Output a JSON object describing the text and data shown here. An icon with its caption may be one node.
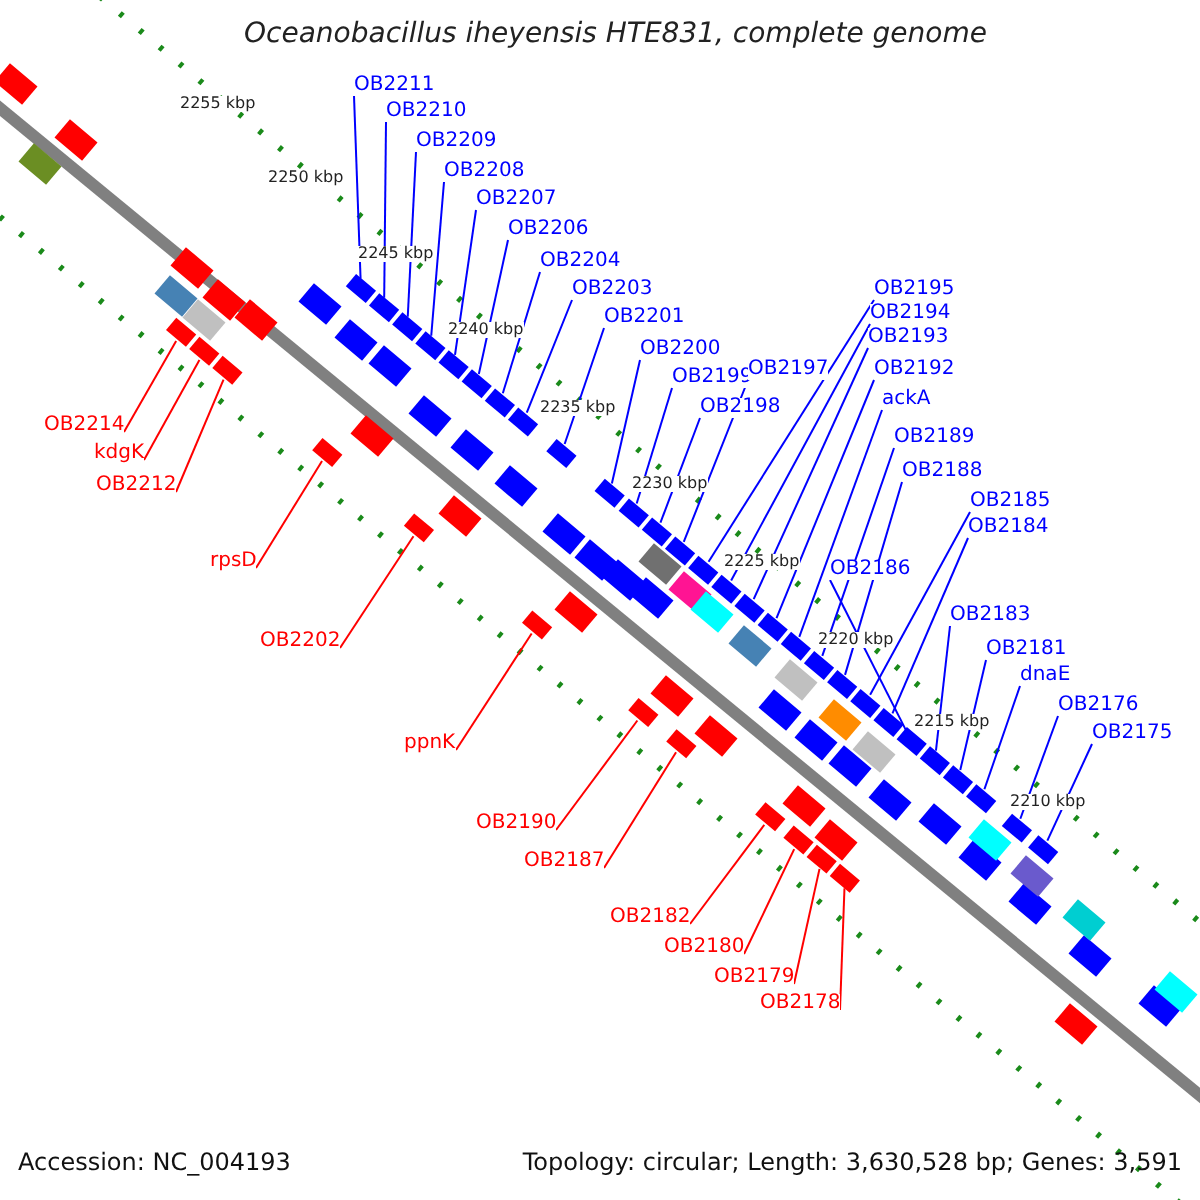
{
  "diagram": {
    "title": "Oceanobacillus iheyensis HTE831, complete genome",
    "nodes": [
      {
        "text": [
          "OB2211"
        ]
      },
      {
        "text": [
          "OB2210"
        ]
      },
      {
        "text": [
          "OB2209"
        ]
      },
      {
        "text": [
          "OB2208"
        ]
      },
      {
        "text": [
          "OB2207"
        ]
      },
      {
        "text": [
          "OB2206"
        ]
      },
      {
        "text": [
          "OB2204"
        ]
      },
      {
        "text": [
          "OB2203"
        ]
      },
      {
        "text": [
          "OB2201"
        ]
      },
      {
        "text": [
          "OB2200"
        ]
      },
      {
        "text": [
          "OB2199"
        ]
      },
      {
        "text": [
          "OB2198"
        ]
      },
      {
        "text": [
          "OB2197"
        ]
      },
      {
        "text": [
          "OB2195"
        ]
      },
      {
        "text": [
          "OB2194"
        ]
      },
      {
        "text": [
          "OB2193"
        ]
      },
      {
        "text": [
          "OB2192"
        ]
      },
      {
        "text": [
          "ackA"
        ]
      },
      {
        "text": [
          "OB2189"
        ]
      },
      {
        "text": [
          "OB2188"
        ]
      },
      {
        "text": [
          "OB2185"
        ]
      },
      {
        "text": [
          "OB2184"
        ]
      },
      {
        "text": [
          "OB2186"
        ]
      },
      {
        "text": [
          "OB2183"
        ]
      },
      {
        "text": [
          "OB2181"
        ]
      },
      {
        "text": [
          "dnaE"
        ]
      },
      {
        "text": [
          "OB2176"
        ]
      },
      {
        "text": [
          "OB2175"
        ]
      },
      {
        "text": [
          "OB2214"
        ]
      },
      {
        "text": [
          "kdgK"
        ]
      },
      {
        "text": [
          "OB2212"
        ]
      },
      {
        "text": [
          "rpsD"
        ]
      },
      {
        "text": [
          "OB2202"
        ]
      },
      {
        "text": [
          "ppnK"
        ]
      },
      {
        "text": [
          "OB2190"
        ]
      },
      {
        "text": [
          "OB2187"
        ]
      },
      {
        "text": [
          "OB2182"
        ]
      },
      {
        "text": [
          "OB2180"
        ]
      },
      {
        "text": [
          "OB2179"
        ]
      },
      {
        "text": [
          "OB2178"
        ]
      },
      {
        "text": [],
        "shape": "box"
      },
      {
        "text": [],
        "shape": "box"
      },
      {
        "text": [],
        "shape": "box"
      },
      {
        "text": [],
        "shape": "box"
      },
      {
        "text": [],
        "shape": "box"
      },
      {
        "text": [],
        "shape": "box"
      },
      {
        "text": [],
        "shape": "box"
      },
      {
        "text": [],
        "shape": "box"
      },
      {
        "text": [],
        "shape": "box"
      },
      {
        "text": [],
        "shape": "box"
      },
      {
        "text": [],
        "shape": "box"
      },
      {
        "text": [],
        "shape": "box"
      },
      {
        "text": [],
        "shape": "box"
      },
      {
        "text": [],
        "shape": "box"
      },
      {
        "text": [],
        "shape": "box"
      },
      {
        "text": [],
        "shape": "box"
      },
      {
        "text": [],
        "shape": "box"
      },
      {
        "text": [],
        "shape": "box"
      },
      {
        "text": [],
        "shape": "box"
      },
      {
        "text": [],
        "shape": "box"
      },
      {
        "text": [],
        "shape": "box"
      },
      {
        "text": [],
        "shape": "box"
      },
      {
        "text": [],
        "shape": "box"
      },
      {
        "text": [],
        "shape": "box"
      },
      {
        "text": [],
        "shape": "box"
      },
      {
        "text": [],
        "shape": "box"
      },
      {
        "text": [],
        "shape": "box"
      },
      {
        "text": [],
        "shape": "box"
      },
      {
        "text": [],
        "shape": "box"
      },
      {
        "text": [],
        "shape": "box"
      },
      {
        "text": [],
        "shape": "box"
      },
      {
        "text": [],
        "shape": "box"
      },
      {
        "text": [],
        "shape": "box"
      },
      {
        "text": [],
        "shape": "box"
      },
      {
        "text": [],
        "shape": "box"
      },
      {
        "text": [],
        "shape": "box"
      },
      {
        "text": [],
        "shape": "box"
      },
      {
        "text": [],
        "shape": "box"
      },
      {
        "text": [],
        "shape": "box"
      },
      {
        "text": [],
        "shape": "box"
      }
    ],
    "edges": [
      {
        "from": 0,
        "to": 40,
        "arrow": "none"
      },
      {
        "from": 1,
        "to": 41,
        "arrow": "none"
      },
      {
        "from": 2,
        "to": 42,
        "arrow": "none"
      },
      {
        "from": 3,
        "to": 43,
        "arrow": "none"
      },
      {
        "from": 4,
        "to": 44,
        "arrow": "none"
      },
      {
        "from": 5,
        "to": 45,
        "arrow": "none"
      },
      {
        "from": 6,
        "to": 46,
        "arrow": "none"
      },
      {
        "from": 7,
        "to": 47,
        "arrow": "none"
      },
      {
        "from": 8,
        "to": 48,
        "arrow": "none"
      },
      {
        "from": 9,
        "to": 49,
        "arrow": "none"
      },
      {
        "from": 10,
        "to": 50,
        "arrow": "none"
      },
      {
        "from": 11,
        "to": 51,
        "arrow": "none"
      },
      {
        "from": 12,
        "to": 52,
        "arrow": "none"
      },
      {
        "from": 13,
        "to": 53,
        "arrow": "none"
      },
      {
        "from": 14,
        "to": 54,
        "arrow": "none"
      },
      {
        "from": 15,
        "to": 55,
        "arrow": "none"
      },
      {
        "from": 16,
        "to": 56,
        "arrow": "none"
      },
      {
        "from": 17,
        "to": 57,
        "arrow": "none"
      },
      {
        "from": 18,
        "to": 58,
        "arrow": "none"
      },
      {
        "from": 19,
        "to": 59,
        "arrow": "none"
      },
      {
        "from": 20,
        "to": 60,
        "arrow": "none"
      },
      {
        "from": 21,
        "to": 61,
        "arrow": "none"
      },
      {
        "from": 22,
        "to": 62,
        "arrow": "none"
      },
      {
        "from": 23,
        "to": 63,
        "arrow": "none"
      },
      {
        "from": 24,
        "to": 64,
        "arrow": "none"
      },
      {
        "from": 25,
        "to": 65,
        "arrow": "none"
      },
      {
        "from": 26,
        "to": 66,
        "arrow": "none"
      },
      {
        "from": 27,
        "to": 67,
        "arrow": "none"
      },
      {
        "from": 28,
        "to": 68,
        "arrow": "none",
        "color": "#ff0000"
      },
      {
        "from": 29,
        "to": 69,
        "arrow": "none",
        "color": "#ff0000"
      },
      {
        "from": 30,
        "to": 70,
        "arrow": "none",
        "color": "#ff0000"
      },
      {
        "from": 31,
        "to": 71,
        "arrow": "none",
        "color": "#ff0000"
      },
      {
        "from": 32,
        "to": 72,
        "arrow": "none",
        "color": "#ff0000"
      },
      {
        "from": 33,
        "to": 73,
        "arrow": "none",
        "color": "#ff0000"
      },
      {
        "from": 34,
        "to": 74,
        "arrow": "none",
        "color": "#ff0000"
      },
      {
        "from": 35,
        "to": 75,
        "arrow": "none",
        "color": "#ff0000"
      },
      {
        "from": 36,
        "to": 76,
        "arrow": "none",
        "color": "#ff0000"
      },
      {
        "from": 37,
        "to": 77,
        "arrow": "none",
        "color": "#ff0000"
      },
      {
        "from": 38,
        "to": 78,
        "arrow": "none",
        "color": "#ff0000"
      },
      {
        "from": 39,
        "to": 79,
        "arrow": "none",
        "color": "#ff0000"
      }
    ],
    "labels": [
      "2255 kbp",
      "2250 kbp",
      "2245 kbp",
      "2240 kbp",
      "2235 kbp",
      "2230 kbp",
      "2225 kbp",
      "2220 kbp",
      "2215 kbp",
      "2210 kbp",
      "Accession: NC_004193",
      "Topology: circular; Length: 3,630,528 bp; Genes: 3,591"
    ]
  }
}
